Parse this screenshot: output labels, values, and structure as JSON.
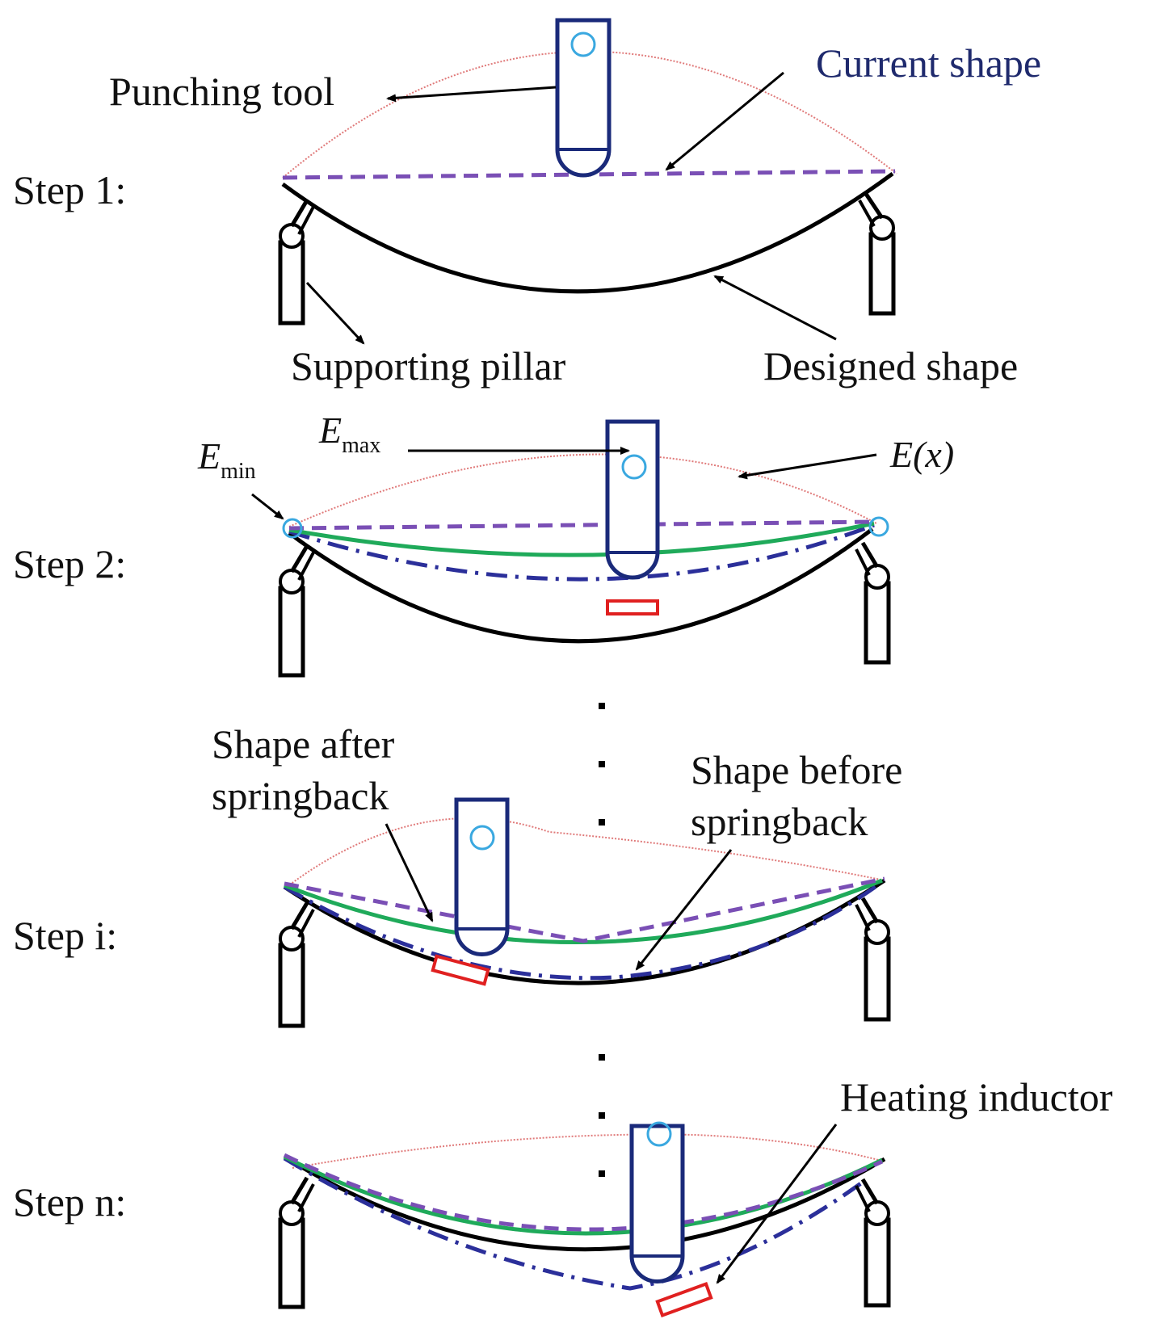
{
  "steps": {
    "step1": "Step 1:",
    "step2": "Step 2:",
    "stepi": "Step i:",
    "stepn": "Step n:"
  },
  "labels": {
    "punching_tool": "Punching tool",
    "current_shape": "Current shape",
    "supporting_pillar": "Supporting pillar",
    "designed_shape": "Designed shape",
    "e_max_base": "E",
    "e_max_sub": "max",
    "e_min_base": "E",
    "e_min_sub": "min",
    "e_x": "E(x)",
    "shape_after_line1": "Shape after",
    "shape_after_line2": "springback",
    "shape_before_line1": "Shape before",
    "shape_before_line2": "springback",
    "heating_inductor": "Heating inductor"
  },
  "colors": {
    "designed_shape": "#000000",
    "current_shape": "#7a4fb5",
    "shape_after_springback": "#1faa5a",
    "shape_before_springback": "#2b2f9a",
    "energy_curve": "#e07a7a",
    "tool": "#1a2a7a",
    "pillar": "#000000",
    "inductor": "#e02020",
    "marker": "#3aa8e0"
  }
}
